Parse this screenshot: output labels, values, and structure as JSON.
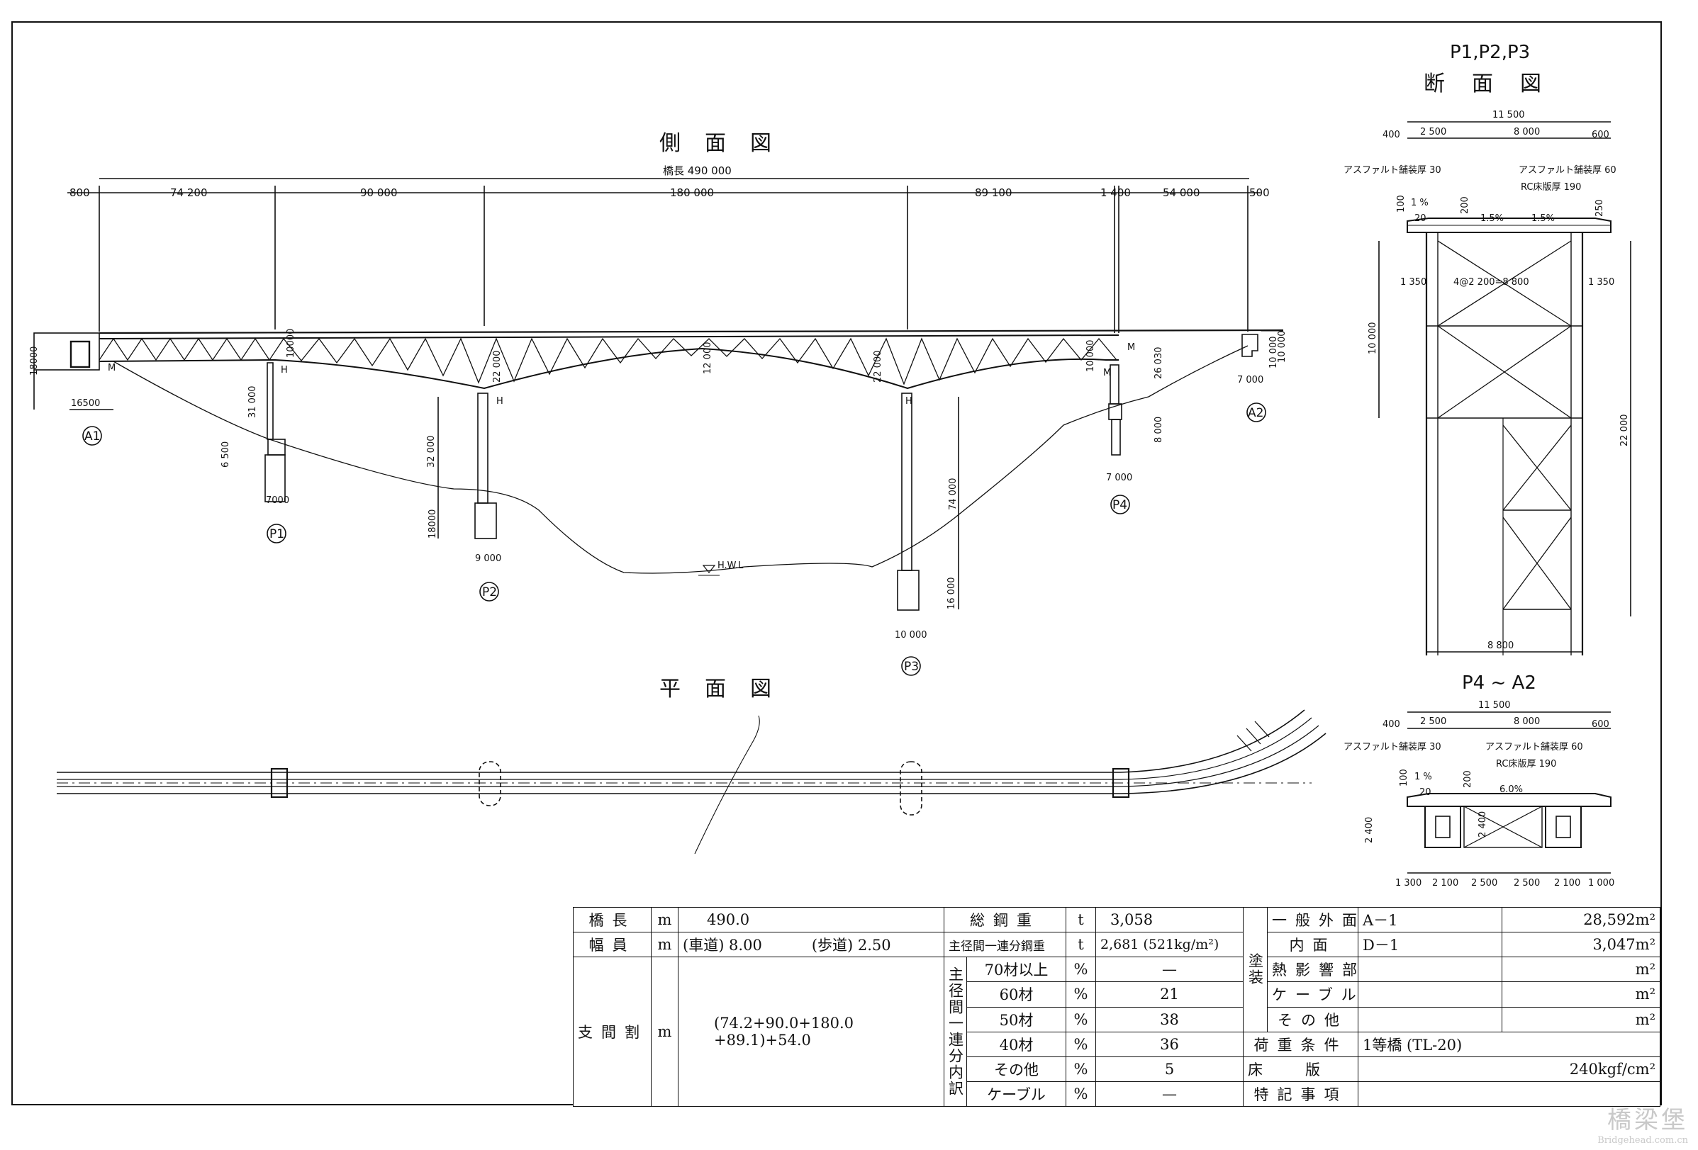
{
  "titles": {
    "side_view": "側面図",
    "plan_view": "平面図",
    "section_p1_heading": "P1,P2,P3",
    "section_p1": "断面図",
    "section_p4": "P4 ~ A2"
  },
  "side_view": {
    "total_length_label": "橋長 490 000",
    "spans": [
      "800",
      "74 200",
      "90 000",
      "180 000",
      "89 100",
      "1 400",
      "54 000",
      "500"
    ],
    "supports": [
      "A1",
      "P1",
      "P2",
      "P3",
      "P4",
      "A2"
    ],
    "depths": [
      "10000",
      "22 000",
      "12 000",
      "22 000",
      "10 000",
      "10 000"
    ],
    "bearing_marks": [
      "M",
      "H",
      "H",
      "H",
      "M",
      "M"
    ],
    "dims": {
      "a1_height": "18000",
      "a1_width": "16500",
      "p1_height": "31 000",
      "p1_footing": "6 500",
      "p1_base": "7000",
      "p2_height": "32 000",
      "p2_footing": "18000",
      "p2_base": "9 000",
      "p3_height": "74 000",
      "p3_footing": "16 000",
      "p3_base": "10 000",
      "p4_height": "26 030",
      "p4_footing": "8 000",
      "p4_base": "7 000",
      "a2_height": "10 000",
      "a2_base": "7 000"
    },
    "hwl": "H.W.L"
  },
  "section_p1": {
    "top": "11 500",
    "widths": [
      "400",
      "2 500",
      "8 000",
      "600"
    ],
    "asphalt_left": "アスファルト舗装厚 30",
    "asphalt_right": "アスファルト舗装厚 60",
    "slab": "RC床版厚 190",
    "slopes": [
      "1 %",
      "1.5%",
      "1.5%"
    ],
    "small": [
      "20",
      "100",
      "200",
      "250"
    ],
    "side": [
      "1 350",
      "4@2 200=8 800",
      "1 350"
    ],
    "height": "10 000",
    "total_height": "22 000",
    "bottom": "8 800"
  },
  "section_p4": {
    "top": "11 500",
    "widths": [
      "400",
      "2 500",
      "8 000",
      "600"
    ],
    "asphalt_left": "アスファルト舗装厚 30",
    "asphalt_right": "アスファルト舗装厚 60",
    "slab": "RC床版厚 190",
    "slopes": [
      "1 %",
      "6.0%"
    ],
    "small": [
      "20",
      "100",
      "200",
      "2 400",
      "2 400"
    ],
    "bottom": [
      "1 300",
      "2 100",
      "2 500",
      "2 500",
      "2 100",
      "1 000"
    ]
  },
  "spec": {
    "bridge_length": {
      "label": "橋長",
      "unit": "m",
      "value": "490.0"
    },
    "width": {
      "label": "幅員",
      "unit": "m",
      "road": "(車道) 8.00",
      "walk": "(歩道) 2.50"
    },
    "span": {
      "label": "支間割",
      "unit": "m",
      "line1": "(74.2+90.0+180.0",
      "line2": "+89.1)+54.0"
    },
    "total_steel": {
      "label": "総鋼重",
      "unit": "t",
      "value": "3,058"
    },
    "main_steel": {
      "label": "主径間一連分鋼重",
      "unit": "t",
      "value": "2,681 (521kg/m²)"
    },
    "breakdown_label": "主径間一連分内訳",
    "breakdown": [
      {
        "label": "70材以上",
        "unit": "%",
        "value": "—"
      },
      {
        "label": "60材",
        "unit": "%",
        "value": "21"
      },
      {
        "label": "50材",
        "unit": "%",
        "value": "38"
      },
      {
        "label": "40材",
        "unit": "%",
        "value": "36"
      },
      {
        "label": "その他",
        "unit": "%",
        "value": "5"
      },
      {
        "label": "ケーブル",
        "unit": "%",
        "value": "—"
      }
    ],
    "paint_label": "塗装",
    "paint": [
      {
        "label": "一般外面",
        "code": "A－1",
        "value": "28,592m²"
      },
      {
        "label": "内面",
        "code": "D－1",
        "value": "3,047m²"
      },
      {
        "label": "熱影響部",
        "code": "",
        "value": "m²"
      },
      {
        "label": "ケーブル",
        "code": "",
        "value": "m²"
      },
      {
        "label": "その他",
        "code": "",
        "value": "m²"
      }
    ],
    "load": {
      "label": "荷重条件",
      "value": "1等橋 (TL-20)"
    },
    "deck": {
      "label": "床版",
      "value": "240kgf/cm²"
    },
    "notes": {
      "label": "特記事項",
      "value": ""
    }
  },
  "watermark": {
    "mark": "橋梁堡",
    "site": "Bridgehead.com.cn"
  }
}
